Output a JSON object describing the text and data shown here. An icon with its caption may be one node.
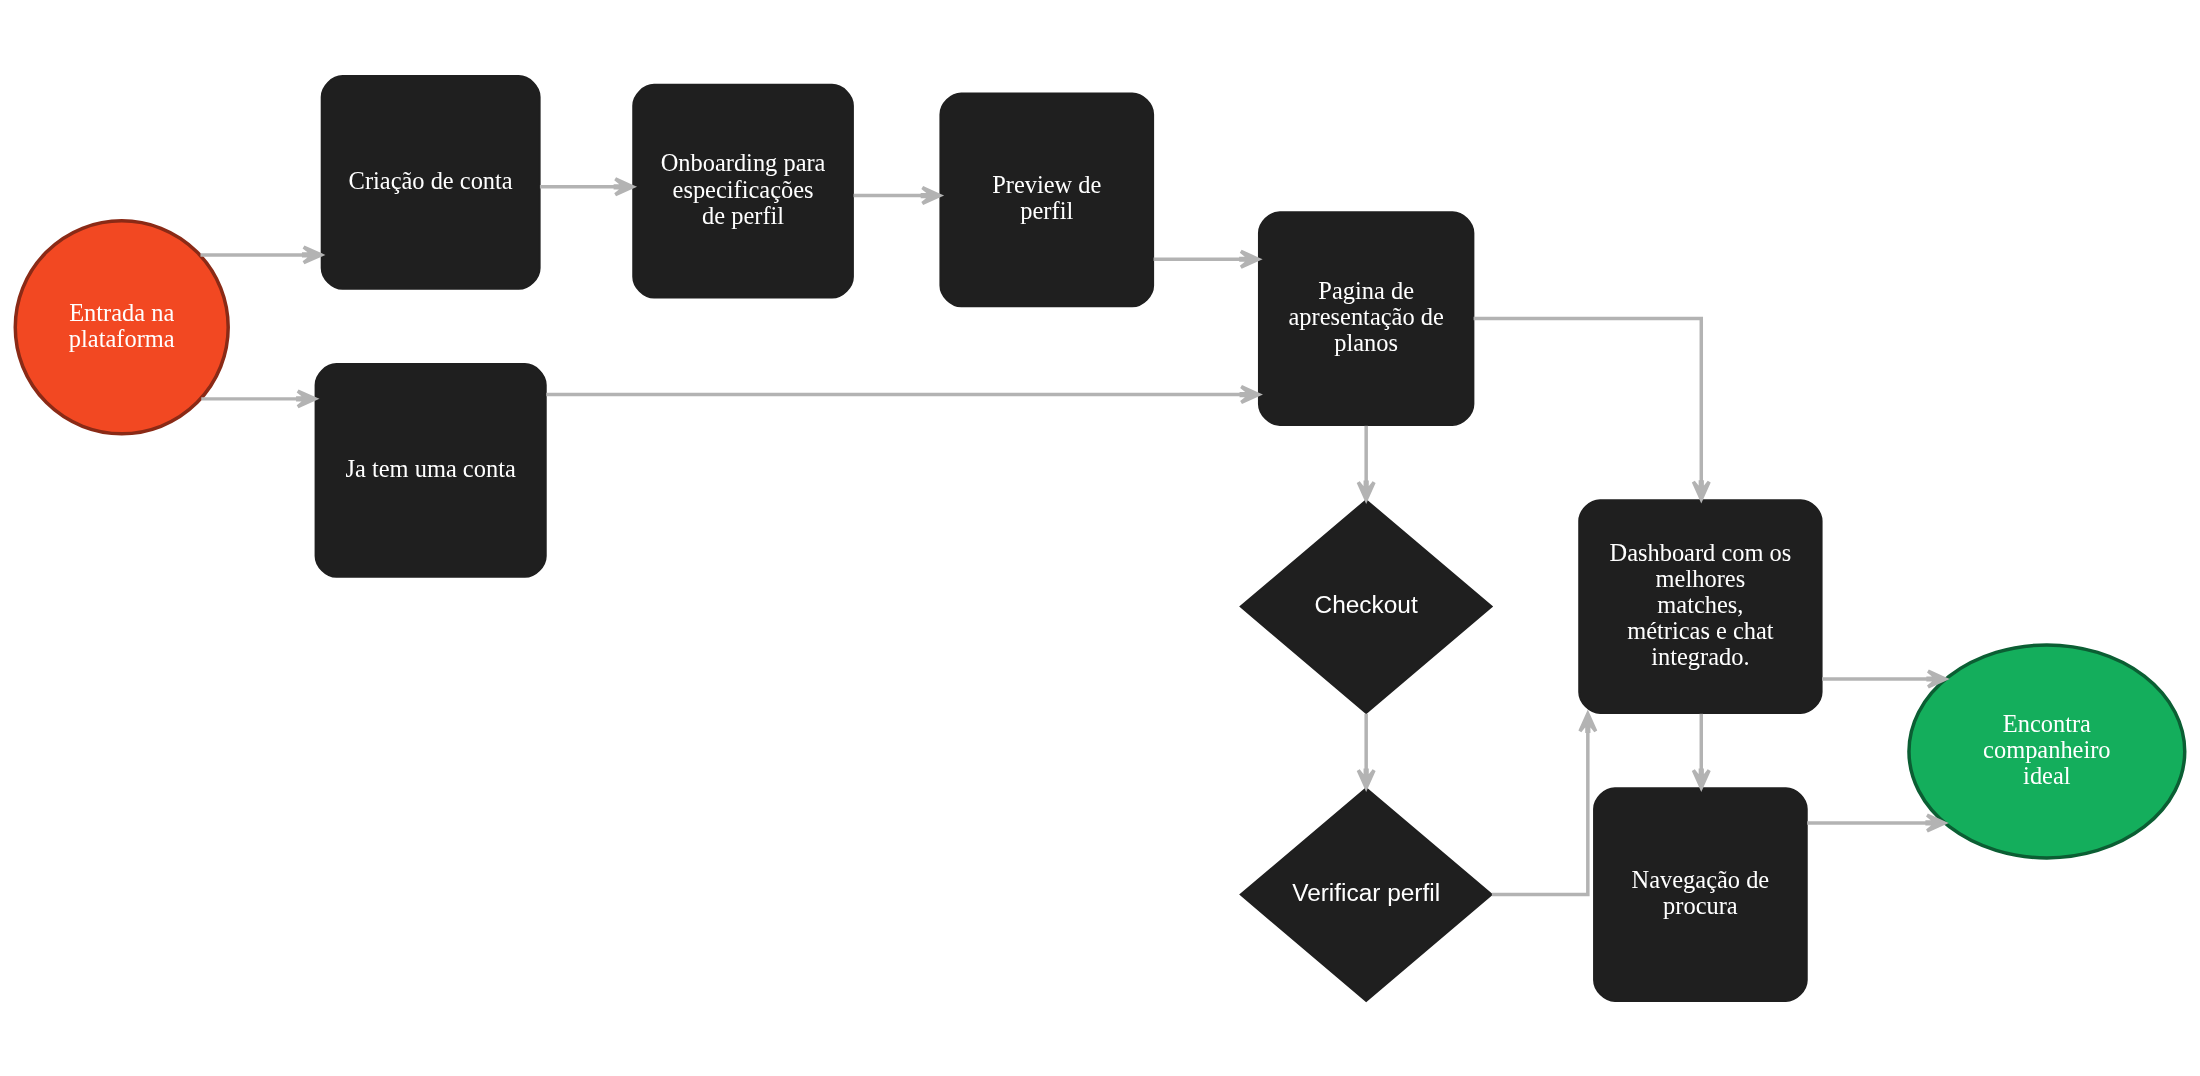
{
  "diagram": {
    "nodes": [
      {
        "text": [
          "Entrada na plataforma"
        ]
      },
      {
        "text": [
          "Criação de conta"
        ]
      },
      {
        "text": [
          "Onboarding para especificações de perfil"
        ]
      },
      {
        "text": [
          "Preview de perfil"
        ]
      },
      {
        "text": [
          "Ja tem uma conta"
        ]
      },
      {
        "text": [
          "Verificar perfil"
        ]
      },
      {
        "text": [
          "Checkout"
        ]
      },
      {
        "text": [
          "Pagina de apresentação de planos"
        ]
      },
      {
        "text": [
          "Dashboard com os melhores matches, métricas e chat integrado."
        ]
      },
      {
        "text": [
          "Navegação de procura"
        ]
      },
      {
        "text": [
          "Encontra companheiro ideal"
        ]
      }
    ],
    "edges": [
      {
        "from": 0,
        "to": 1,
        "arrow": "to"
      },
      {
        "from": 0,
        "to": 4,
        "arrow": "to"
      },
      {
        "from": 1,
        "to": 2,
        "arrow": "to"
      },
      {
        "from": 2,
        "to": 3,
        "arrow": "to"
      },
      {
        "from": 3,
        "to": 7,
        "arrow": "to"
      },
      {
        "from": 4,
        "to": 7,
        "arrow": "to"
      },
      {
        "from": 7,
        "to": 6,
        "arrow": "to"
      },
      {
        "from": 6,
        "to": 5,
        "arrow": "to"
      },
      {
        "from": 5,
        "to": 8,
        "arrow": "to"
      },
      {
        "from": 7,
        "to": 8,
        "arrow": "to"
      },
      {
        "from": 8,
        "to": 10,
        "arrow": "to"
      },
      {
        "from": 8,
        "to": 9,
        "arrow": "to"
      },
      {
        "from": 9,
        "to": 10,
        "arrow": "to"
      }
    ]
  }
}
